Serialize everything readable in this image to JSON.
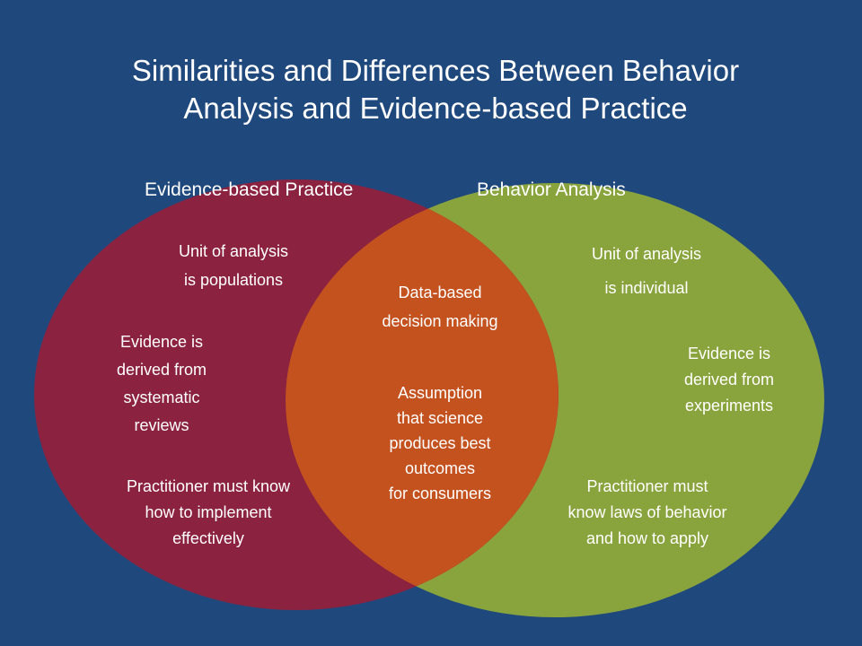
{
  "title": {
    "line1": "Similarities and Differences Between Behavior",
    "line2": "Analysis and Evidence-based Practice"
  },
  "labels": {
    "left": "Evidence-based Practice",
    "right": "Behavior Analysis"
  },
  "colors": {
    "background": "#1f497d",
    "left_circle": "#8b2240",
    "right_circle": "#8aa43d",
    "overlap": "#c4521f"
  },
  "left": {
    "unit": [
      "Unit of analysis",
      "is populations"
    ],
    "evidence": [
      "Evidence is",
      "derived from",
      "systematic",
      "reviews"
    ],
    "practitioner": [
      "Practitioner must know",
      "how to implement",
      "effectively"
    ]
  },
  "center": {
    "data": [
      "Data-based",
      "decision making"
    ],
    "assumption": [
      "Assumption",
      "that science",
      "produces best",
      "outcomes",
      "for consumers"
    ]
  },
  "right": {
    "unit": [
      "Unit of analysis",
      "is individual"
    ],
    "evidence": [
      "Evidence is",
      "derived from",
      "experiments"
    ],
    "practitioner": [
      "Practitioner must",
      "know laws of behavior",
      "and how to apply"
    ]
  }
}
